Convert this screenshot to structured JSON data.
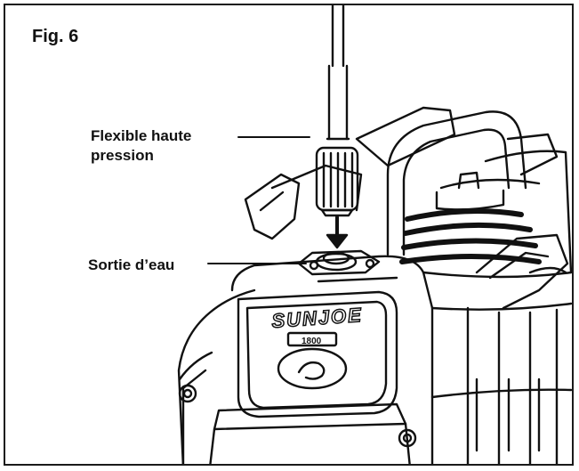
{
  "figure": {
    "label": "Fig. 6"
  },
  "callouts": {
    "hose_line1": "Flexible haute",
    "hose_line2": "pression",
    "outlet": "Sortie d’eau"
  },
  "brand": {
    "logo_text": "SUNJOE",
    "model_text": "1800"
  }
}
